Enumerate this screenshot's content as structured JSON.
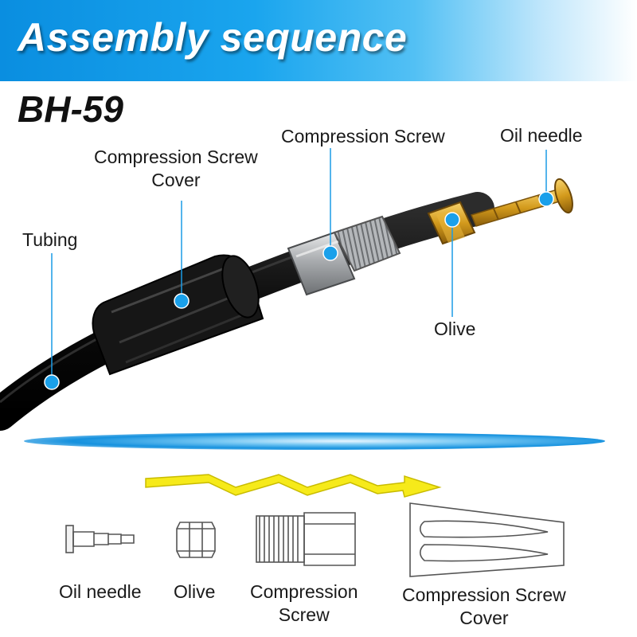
{
  "header": {
    "title": "Assembly sequence",
    "model": "BH-59"
  },
  "callouts": {
    "compression_screw_cover": [
      "Compression Screw",
      "Cover"
    ],
    "compression_screw": "Compression Screw",
    "oil_needle": "Oil needle",
    "tubing": "Tubing",
    "olive": "Olive"
  },
  "sequence": {
    "oil_needle": "Oil needle",
    "olive": "Olive",
    "compression_screw": [
      "Compression",
      "Screw"
    ],
    "compression_screw_cover": [
      "Compression Screw",
      "Cover"
    ]
  },
  "colors": {
    "accent": "#1a9be6",
    "dot": "#1aa0ea",
    "arrow": "#f6ea1a",
    "hose": "#111111",
    "brass": "#d8a423",
    "steel": "#b9bcbf"
  }
}
